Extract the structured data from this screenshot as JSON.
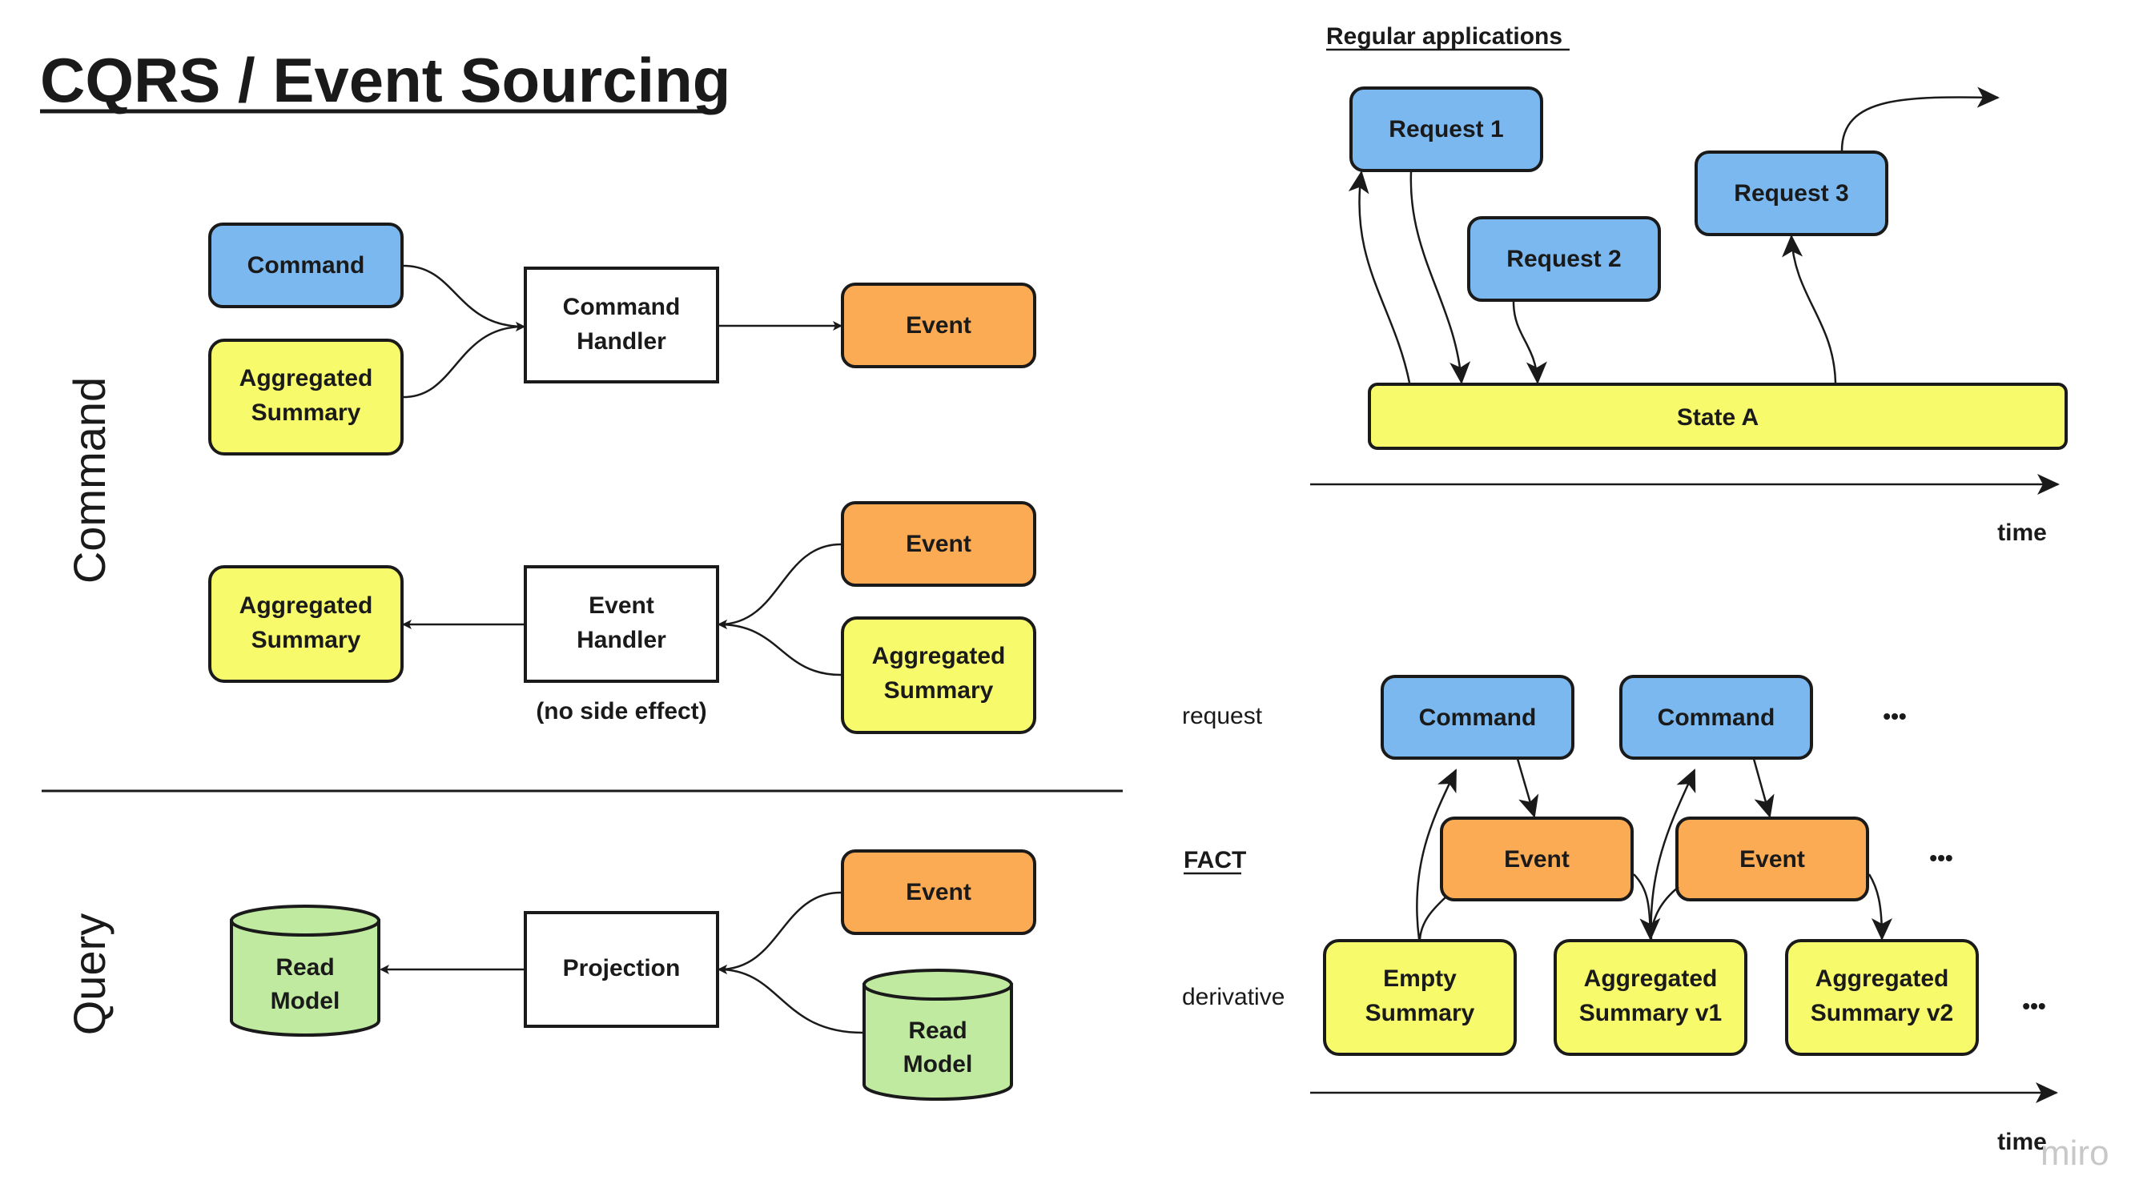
{
  "title": "CQRS / Event Sourcing",
  "sections": {
    "command": "Command",
    "query": "Query"
  },
  "left": {
    "command_box": "Command",
    "aggregated_summary": [
      "Aggregated",
      "Summary"
    ],
    "command_handler": [
      "Command",
      "Handler"
    ],
    "event": "Event",
    "event_handler": [
      "Event",
      "Handler"
    ],
    "no_side_effect": "(no side effect)",
    "projection": "Projection",
    "read_model": [
      "Read",
      "Model"
    ]
  },
  "right_top": {
    "heading": "Regular applications",
    "request_1": "Request 1",
    "request_2": "Request 2",
    "request_3": "Request 3",
    "state": "State A",
    "time": "time"
  },
  "right_bottom": {
    "row_request": "request",
    "row_fact": "FACT",
    "row_derivative": "derivative",
    "command": "Command",
    "event": "Event",
    "empty_summary": [
      "Empty",
      "Summary"
    ],
    "summary_v1": [
      "Aggregated",
      "Summary v1"
    ],
    "summary_v2": [
      "Aggregated",
      "Summary v2"
    ],
    "ellipsis": "•••",
    "time": "time"
  },
  "watermark": "miro",
  "colors": {
    "command": "#7ab8ef",
    "event": "#fbab54",
    "summary": "#f7fa6a",
    "read_model": "#bfeaa0",
    "handler": "#ffffff",
    "stroke": "#1a1a1a"
  }
}
